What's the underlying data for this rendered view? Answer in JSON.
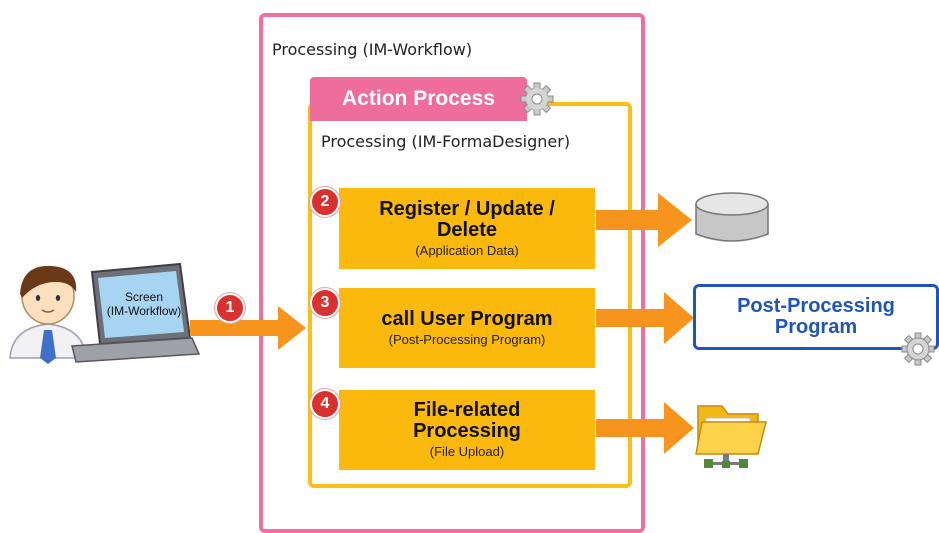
{
  "workflow": {
    "title": "Processing (IM-Workflow)"
  },
  "action_process": {
    "label": "Action Process",
    "subtitle": "Processing (IM-FormaDesigner)"
  },
  "screen": {
    "line1": "Screen",
    "line2": "(IM-Workflow)"
  },
  "steps": [
    {
      "number": "1"
    },
    {
      "number": "2",
      "line1": "Register / Update /",
      "line2": "Delete",
      "sub": "(Application Data)"
    },
    {
      "number": "3",
      "line1": "call User Program",
      "sub": "(Post-Processing Program)"
    },
    {
      "number": "4",
      "line1": "File-related",
      "line2": "Processing",
      "sub": "(File Upload)"
    }
  ],
  "post_processing": {
    "line1": "Post-Processing",
    "line2": "Program"
  },
  "icons": [
    "person-icon",
    "laptop-icon",
    "gear-icon",
    "database-icon",
    "folder-icon"
  ],
  "colors": {
    "workflow_border": "#ee6fa0",
    "action_tab": "#ef6d9a",
    "action_border": "#fbbf1a",
    "process_box": "#fbb90d",
    "arrow": "#f7941d",
    "badge": "#d9312f",
    "post_processing": "#1f55b6"
  }
}
